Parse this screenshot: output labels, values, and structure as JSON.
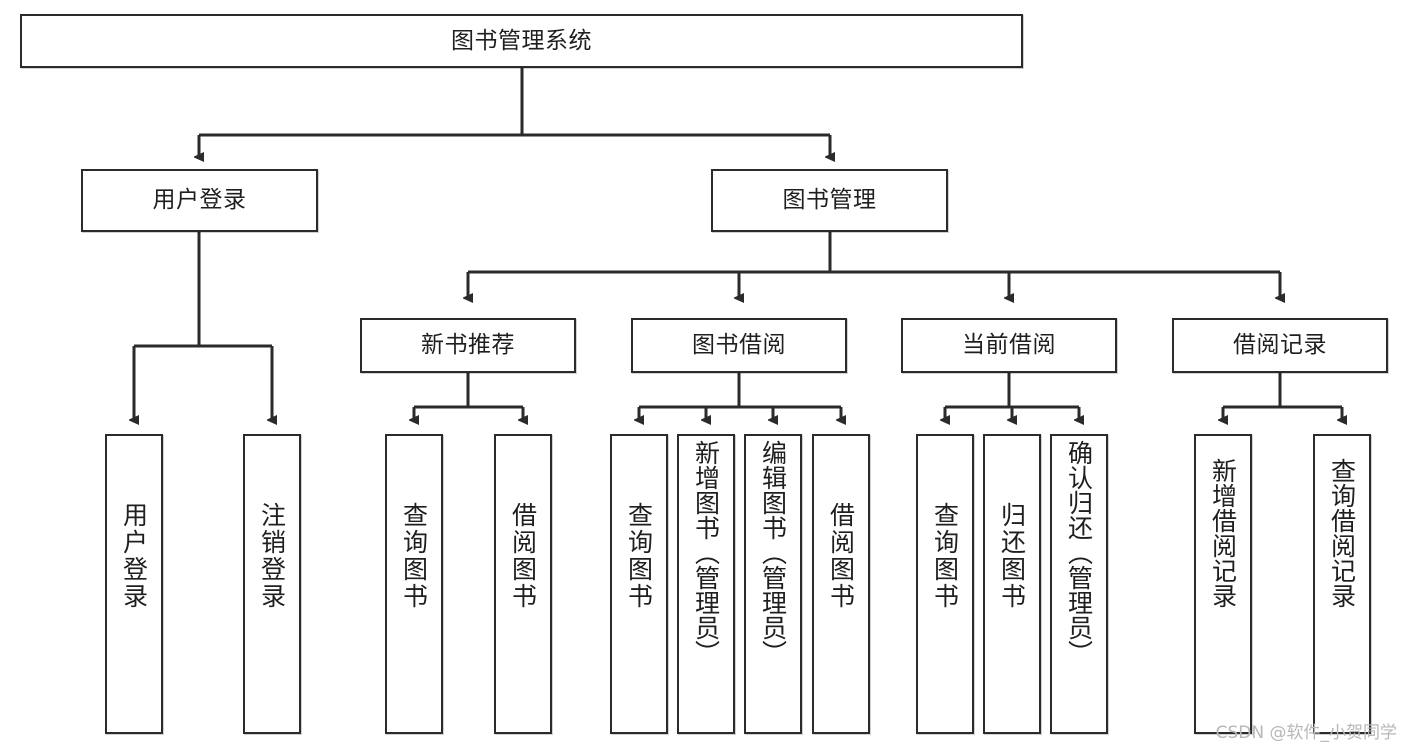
{
  "diagram": {
    "type": "tree-hierarchy",
    "title": "图书管理系统",
    "watermark": "CSDN @软件_小贺同学",
    "stroke_color": "#2b2b2b",
    "fill_color": "#ffffff",
    "text_color": "#1f1f1f",
    "levels": {
      "root": {
        "label": "图书管理系统"
      },
      "level2": [
        {
          "id": "user-login",
          "label": "用户登录"
        },
        {
          "id": "book-management",
          "label": "图书管理"
        }
      ],
      "level3": [
        {
          "id": "new-book-recommend",
          "label": "新书推荐",
          "parent": "book-management"
        },
        {
          "id": "book-borrow",
          "label": "图书借阅",
          "parent": "book-management"
        },
        {
          "id": "current-borrow",
          "label": "当前借阅",
          "parent": "book-management"
        },
        {
          "id": "borrow-record",
          "label": "借阅记录",
          "parent": "book-management"
        }
      ],
      "leaves": [
        {
          "id": "leaf-user-login",
          "label": "用户登录",
          "parent": "user-login"
        },
        {
          "id": "leaf-logout",
          "label": "注销登录",
          "parent": "user-login"
        },
        {
          "id": "leaf-query-book-1",
          "label": "查询图书",
          "parent": "new-book-recommend"
        },
        {
          "id": "leaf-borrow-book-1",
          "label": "借阅图书",
          "parent": "new-book-recommend"
        },
        {
          "id": "leaf-query-book-2",
          "label": "查询图书",
          "parent": "book-borrow"
        },
        {
          "id": "leaf-add-book",
          "label": "新增图书（管理员）",
          "parent": "book-borrow"
        },
        {
          "id": "leaf-edit-book",
          "label": "编辑图书（管理员）",
          "parent": "book-borrow"
        },
        {
          "id": "leaf-borrow-book-2",
          "label": "借阅图书",
          "parent": "book-borrow"
        },
        {
          "id": "leaf-query-book-3",
          "label": "查询图书",
          "parent": "current-borrow"
        },
        {
          "id": "leaf-return-book",
          "label": "归还图书",
          "parent": "current-borrow"
        },
        {
          "id": "leaf-confirm-return",
          "label": "确认归还（管理员）",
          "parent": "current-borrow"
        },
        {
          "id": "leaf-add-record",
          "label": "新增借阅记录",
          "parent": "borrow-record"
        },
        {
          "id": "leaf-query-record",
          "label": "查询借阅记录",
          "parent": "borrow-record"
        }
      ]
    }
  }
}
